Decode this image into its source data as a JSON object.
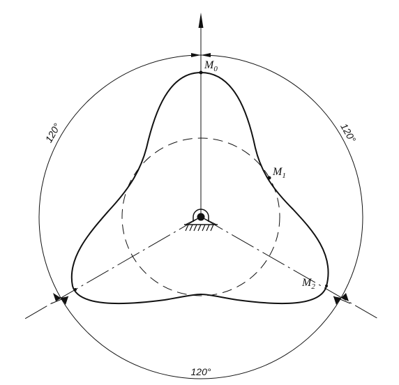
{
  "diagram": {
    "points": {
      "m0": {
        "letter": "M",
        "sub": "0"
      },
      "m1": {
        "letter": "M",
        "sub": "1"
      },
      "m2": {
        "letter": "M",
        "sub": "2"
      }
    },
    "angles": {
      "left": "120°",
      "right": "120°",
      "bottom": "120°"
    },
    "line_color": "#111111",
    "background": "#ffffff"
  }
}
